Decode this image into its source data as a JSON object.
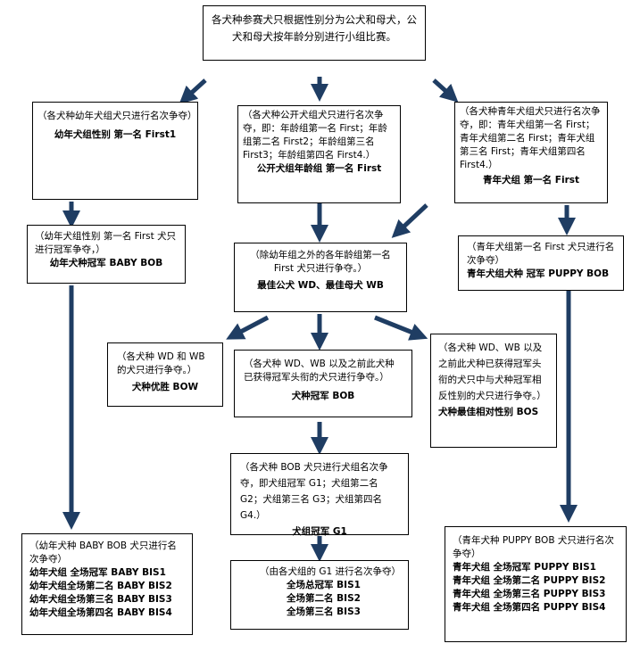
{
  "top": {
    "text": "各犬种参赛犬只根据性别分为公犬和母犬，公犬和母犬按年龄分别进行小组比赛。"
  },
  "baby_group": {
    "desc": "（各犬种幼年犬组犬只进行名次争夺）",
    "title": "幼年犬组性别 第一名 First1"
  },
  "open_group": {
    "desc": "（各犬种公开犬组犬只进行名次争夺，即：年龄组第一名 First；年龄组第二名 First2；年龄组第三名 First3；年龄组第四名 First4.）",
    "title": "公开犬组年龄组  第一名 First"
  },
  "puppy_group": {
    "desc": "（各犬种青年犬组犬只进行名次争夺，即：青年犬组第一名  First；青年犬组第二名 First；青年犬组第三名 First；青年犬组第四名 First4.）",
    "title": "青年犬组  第一名 First"
  },
  "baby_bob": {
    "desc": "（幼年犬组性别  第一名  First 犬只进行冠军争夺，）",
    "title": "幼年犬种冠军 BABY BOB"
  },
  "wd_wb": {
    "desc": "（除幼年组之外的各年龄组第一名 First 犬只进行争夺。）",
    "title": "最佳公犬 WD、最佳母犬 WB"
  },
  "puppy_bob": {
    "desc": "（青年犬组第一名 First 犬只进行名次争夺）",
    "title": "青年犬组犬种 冠军 PUPPY BOB"
  },
  "bow": {
    "desc": "（各犬种 WD 和 WB 的犬只进行争夺。）",
    "title": "犬种优胜 BOW"
  },
  "bob": {
    "desc": "（各犬种 WD、WB 以及之前此犬种已获得冠军头衔的犬只进行争夺。）",
    "title": "犬种冠军 BOB"
  },
  "bos": {
    "desc": "（各犬种 WD、WB 以及之前此犬种已获得冠军头衔的犬只中与犬种冠军相反性别的犬只进行争夺。）",
    "title": "犬种最佳相对性别 BOS"
  },
  "group": {
    "desc": "（各犬种  BOB 犬只进行犬组名次争夺，即犬组冠军 G1；犬组第二名 G2；犬组第三名 G3；犬组第四名 G4.）",
    "title": "犬组冠军 G1"
  },
  "bis": {
    "desc": "（由各犬组的 G1 进行名次争夺）",
    "rows": [
      "全场总冠军 BIS1",
      "全场第二名 BIS2",
      "全场第三名 BIS3"
    ]
  },
  "baby_bis": {
    "desc": "（幼年犬种  BABY BOB 犬只进行名次争夺）",
    "rows": [
      "幼年犬组 全场冠军   BABY BIS1",
      "幼年犬组全场第二名  BABY BIS2",
      "幼年犬组全场第三名  BABY BIS3",
      "幼年犬组全场第四名  BABY BIS4"
    ]
  },
  "puppy_bis": {
    "desc": "（青年犬种 PUPPY BOB 犬只进行名次争夺）",
    "rows": [
      "青年犬组   全场冠军  PUPPY BIS1",
      "青年犬组 全场第二名 PUPPY BIS2",
      "青年犬组 全场第三名 PUPPY BIS3",
      "青年犬组 全场第四名 PUPPY BIS4"
    ]
  },
  "colors": {
    "arrow": "#1f3d63",
    "border": "#000000"
  }
}
